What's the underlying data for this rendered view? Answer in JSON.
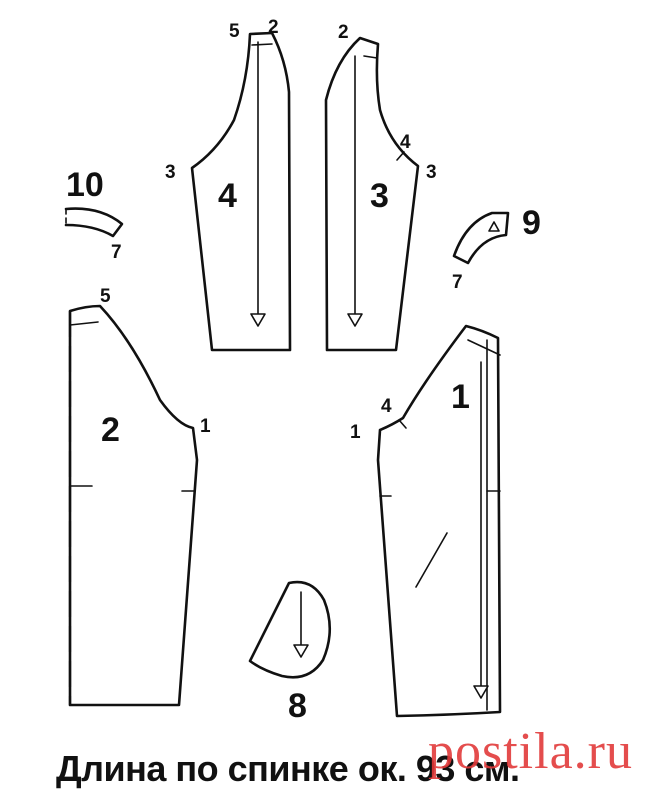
{
  "caption": "Длина по спинке ок. 93 см.",
  "watermark": "postila.ru",
  "colors": {
    "line": "#111111",
    "watermark": "#e23a3a",
    "background": "#ffffff"
  },
  "pieces": {
    "p1": {
      "number": "1"
    },
    "p2": {
      "number": "2"
    },
    "p3": {
      "number": "3"
    },
    "p4": {
      "number": "4"
    },
    "p8": {
      "number": "8"
    },
    "p9": {
      "number": "9"
    },
    "p10": {
      "number": "10"
    }
  },
  "marks": {
    "m1_left": "1",
    "m1_right": "1",
    "m2_sleeve4": "2",
    "m2_sleeve3": "2",
    "m3_sleeve4": "3",
    "m3_sleeve3": "3",
    "m4_sleeve3": "4",
    "m4_front": "4",
    "m5_sleeve4": "5",
    "m5_back": "5",
    "m7_piece10": "7",
    "m7_piece9": "7"
  }
}
